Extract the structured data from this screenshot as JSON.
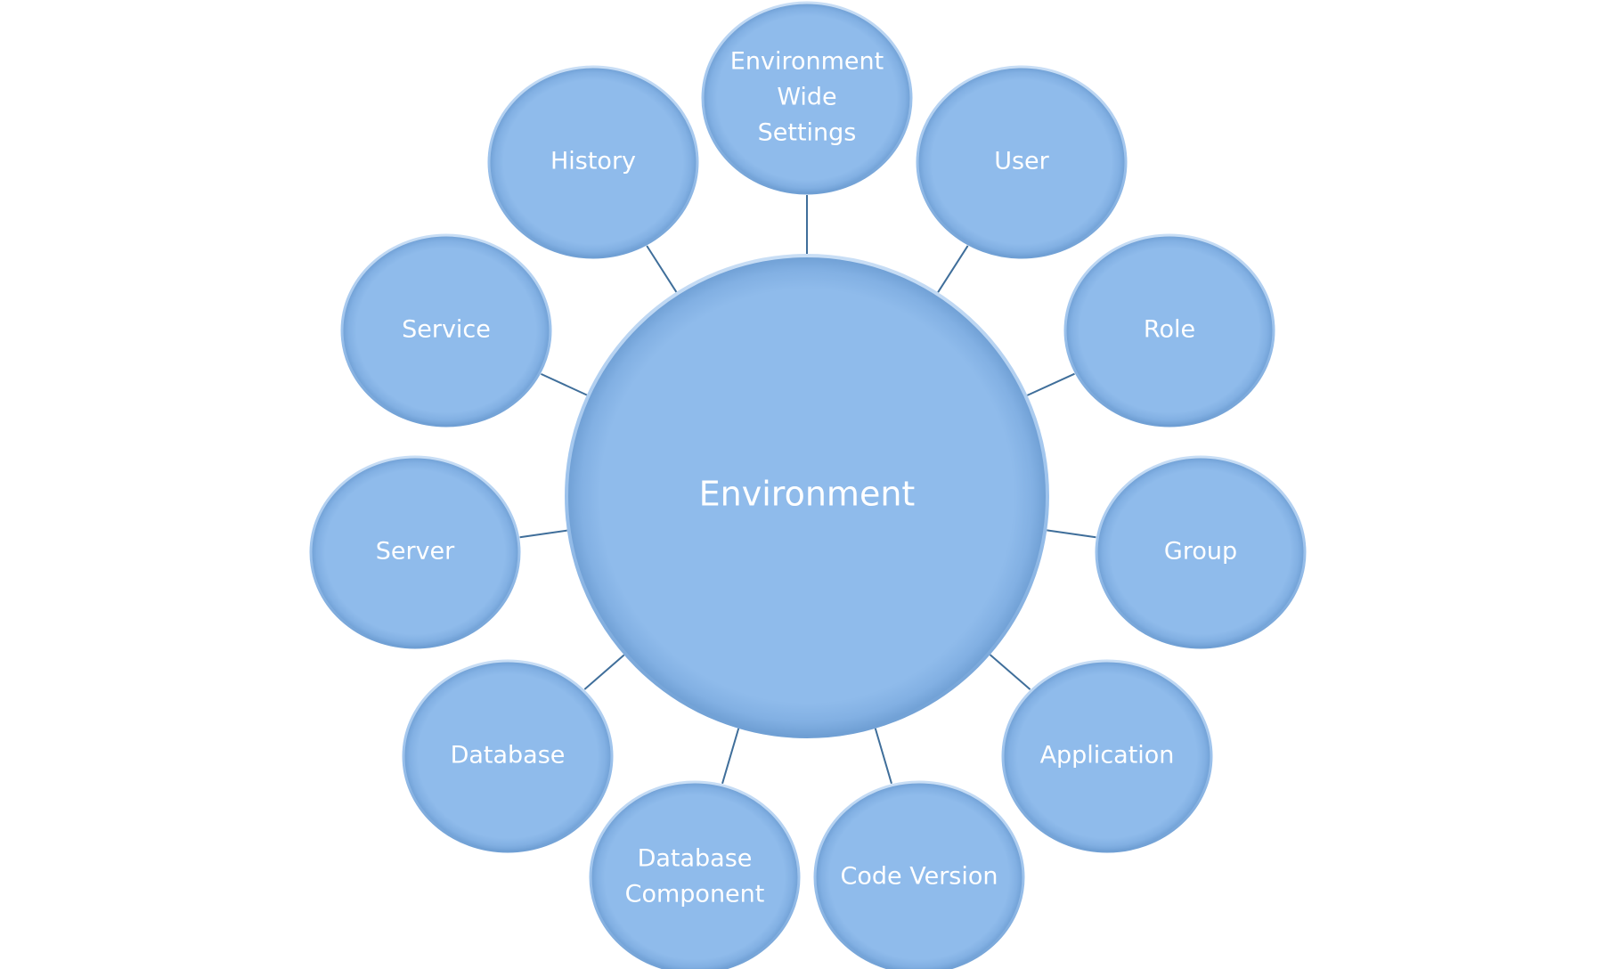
{
  "diagram": {
    "hub": {
      "label": "Environment"
    },
    "nodes": [
      {
        "id": "environment-wide-settings",
        "lines": [
          "Environment",
          "Wide",
          "Settings"
        ]
      },
      {
        "id": "user",
        "lines": [
          "User"
        ]
      },
      {
        "id": "role",
        "lines": [
          "Role"
        ]
      },
      {
        "id": "group",
        "lines": [
          "Group"
        ]
      },
      {
        "id": "application",
        "lines": [
          "Application"
        ]
      },
      {
        "id": "code-version",
        "lines": [
          "Code Version"
        ]
      },
      {
        "id": "database-component",
        "lines": [
          "Database",
          "Component"
        ]
      },
      {
        "id": "database",
        "lines": [
          "Database"
        ]
      },
      {
        "id": "server",
        "lines": [
          "Server"
        ]
      },
      {
        "id": "service",
        "lines": [
          "Service"
        ]
      },
      {
        "id": "history",
        "lines": [
          "History"
        ]
      }
    ],
    "colors": {
      "fill": "#8fbbeb",
      "fill_highlight": "#a9cdf3",
      "fill_shadow": "#6f9fd4",
      "stroke": "#7fa9d6",
      "connector": "#3f6e9a",
      "text": "#ffffff"
    }
  }
}
